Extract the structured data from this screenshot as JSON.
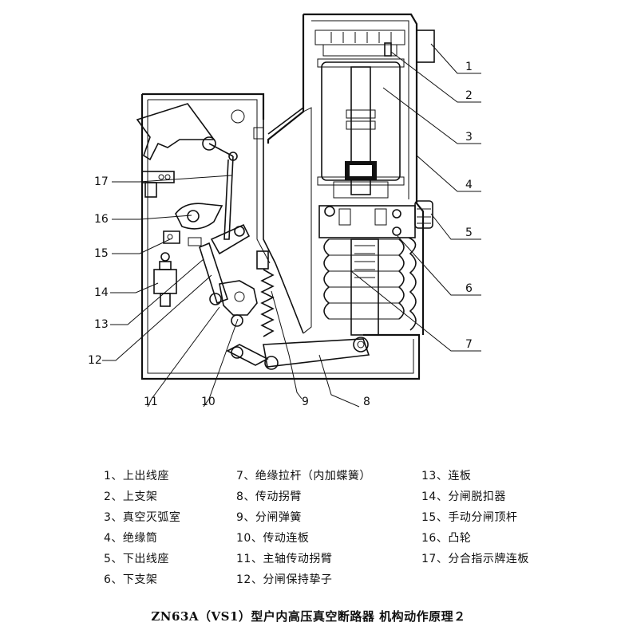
{
  "callouts": [
    "1",
    "2",
    "3",
    "4",
    "5",
    "6",
    "7",
    "8",
    "9",
    "10",
    "11",
    "12",
    "13",
    "14",
    "15",
    "16",
    "17"
  ],
  "legend": {
    "col1": [
      "1、上出线座",
      "2、上支架",
      "3、真空灭弧室",
      "4、绝缘筒",
      "5、下出线座",
      "6、下支架"
    ],
    "col2": [
      "7、绝缘拉杆（内加蝶簧）",
      "8、传动拐臂",
      "9、分闸弹簧",
      "10、传动连板",
      "11、主轴传动拐臂",
      "12、分闸保持挚子"
    ],
    "col3": [
      "13、连板",
      "14、分闸脱扣器",
      "15、手动分闸顶杆",
      "16、凸轮",
      "17、分合指示牌连板"
    ]
  },
  "caption": "ZN63A（VS1）型户内高压真空断路器 机构动作原理２"
}
